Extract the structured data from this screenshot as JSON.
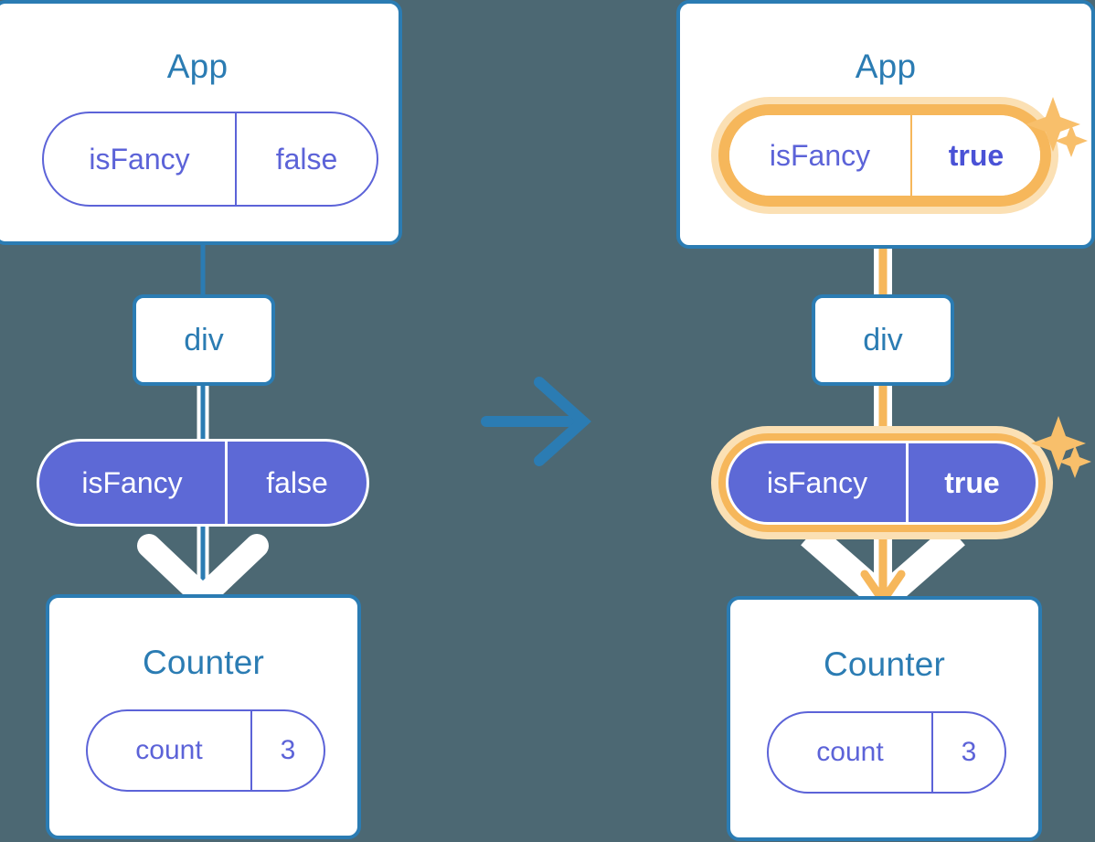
{
  "meta": {
    "background_color": "#4c6873",
    "card_border_color": "#2b7cb3",
    "title_color": "#2b7cb3",
    "pill_outline_color": "#5c63d8",
    "pill_fill_color": "#5d69d6",
    "highlight_color": "#f6b75b",
    "highlight_glow_color": "#fbe0b4",
    "connector_white": "#ffffff",
    "transition_arrow_color": "#2b7cb3"
  },
  "transition": {
    "arrow_icon": "arrow-right-icon",
    "direction": "right"
  },
  "panels": [
    {
      "id": "before",
      "app_card": {
        "title": "App",
        "state_pill": {
          "name": "isFancy",
          "value": "false",
          "style": "outline",
          "highlighted": false,
          "value_bold": false
        }
      },
      "div_node": {
        "label": "div"
      },
      "props_pill": {
        "name": "isFancy",
        "value": "false",
        "style": "filled",
        "highlighted": false,
        "value_bold": false
      },
      "counter_card": {
        "title": "Counter",
        "state_pill": {
          "name": "count",
          "value": "3",
          "style": "outline",
          "highlighted": false,
          "value_bold": false
        }
      },
      "connector_color": "#2b7cb3",
      "sparkles": []
    },
    {
      "id": "after",
      "app_card": {
        "title": "App",
        "state_pill": {
          "name": "isFancy",
          "value": "true",
          "style": "outline",
          "highlighted": true,
          "value_bold": true
        }
      },
      "div_node": {
        "label": "div"
      },
      "props_pill": {
        "name": "isFancy",
        "value": "true",
        "style": "filled",
        "highlighted": true,
        "value_bold": true
      },
      "counter_card": {
        "title": "Counter",
        "state_pill": {
          "name": "count",
          "value": "3",
          "style": "outline",
          "highlighted": false,
          "value_bold": false
        }
      },
      "connector_color": "#f6b75b",
      "sparkles": [
        "sparkle-icon",
        "sparkle-icon"
      ]
    }
  ]
}
